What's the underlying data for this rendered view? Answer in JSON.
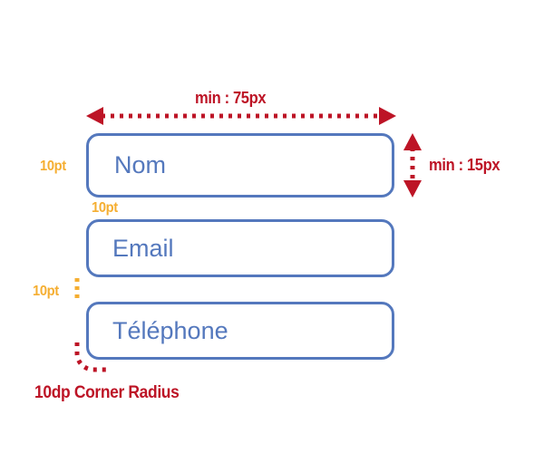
{
  "diagram": {
    "title_implicit": "Form input field spacing specification",
    "colors": {
      "field_border": "#5478bd",
      "field_text": "#5478bd",
      "annotation_red": "#bd1426",
      "annotation_orange": "#f5ae31",
      "background": "#ffffff"
    },
    "fields": [
      {
        "id": "nom",
        "label": "Nom"
      },
      {
        "id": "email",
        "label": "Email"
      },
      {
        "id": "tel",
        "label": "Téléphone"
      }
    ],
    "annotations": {
      "min_width": "min : 75px",
      "min_height": "min : 15px",
      "padding_left": "10pt",
      "padding_bottom": "10pt",
      "gap_between_fields": "10pt",
      "corner_radius": "10dp Corner Radius"
    }
  }
}
